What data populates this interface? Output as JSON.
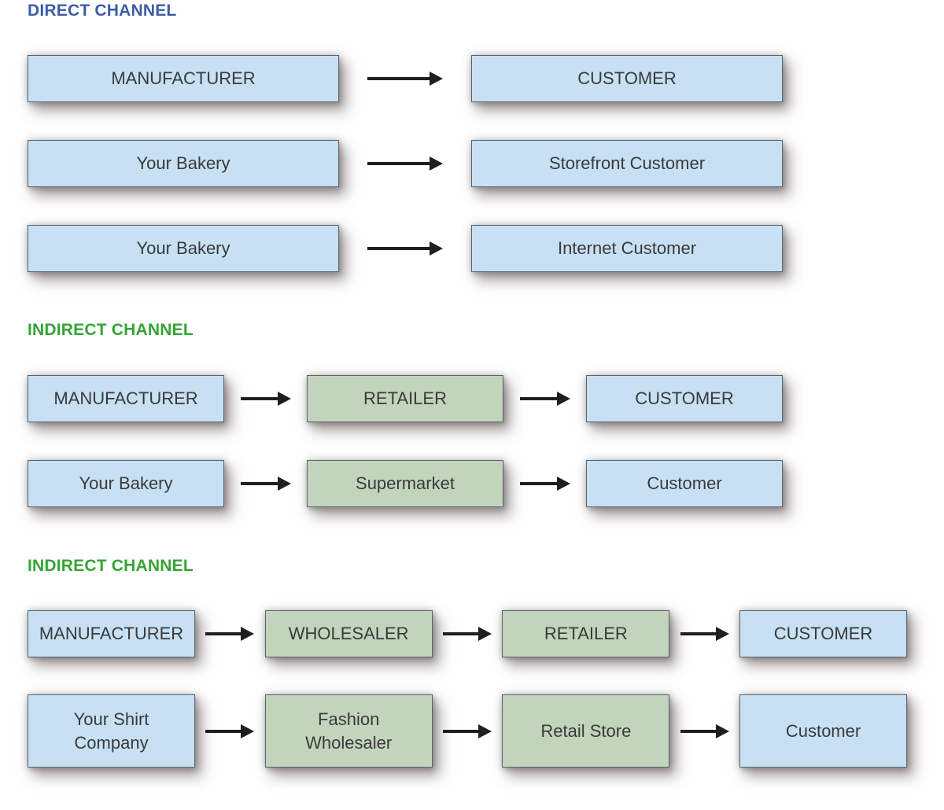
{
  "colors": {
    "background": "#ffffff",
    "blue_box_fill": "#c7e0f4",
    "green_box_fill": "#c2d4bc",
    "box_border": "#57636d",
    "box_text": "#3a3a3a",
    "arrow": "#1f1f1f",
    "direct_title": "#3d5ca8",
    "indirect_title": "#35a435"
  },
  "icons": {
    "arrow_right": "arrow-right-icon (black shaft with filled triangular head)"
  },
  "sections": [
    {
      "title": "DIRECT CHANNEL",
      "rows": [
        {
          "boxes": [
            {
              "label": "MANUFACTURER"
            },
            {
              "label": "CUSTOMER"
            }
          ]
        },
        {
          "boxes": [
            {
              "label": "Your Bakery"
            },
            {
              "label": "Storefront Customer"
            }
          ]
        },
        {
          "boxes": [
            {
              "label": "Your Bakery"
            },
            {
              "label": "Internet Customer"
            }
          ]
        }
      ]
    },
    {
      "title": "INDIRECT CHANNEL",
      "rows": [
        {
          "boxes": [
            {
              "label": "MANUFACTURER"
            },
            {
              "label": "RETAILER"
            },
            {
              "label": "CUSTOMER"
            }
          ]
        },
        {
          "boxes": [
            {
              "label": "Your Bakery"
            },
            {
              "label": "Supermarket"
            },
            {
              "label": "Customer"
            }
          ]
        }
      ]
    },
    {
      "title": "INDIRECT CHANNEL",
      "rows": [
        {
          "boxes": [
            {
              "label": "MANUFACTURER"
            },
            {
              "label": "WHOLESALER"
            },
            {
              "label": "RETAILER"
            },
            {
              "label": "CUSTOMER"
            }
          ]
        },
        {
          "boxes": [
            {
              "label": "Your Shirt Company"
            },
            {
              "label": "Fashion Wholesaler"
            },
            {
              "label": "Retail Store"
            },
            {
              "label": "Customer"
            }
          ]
        }
      ]
    }
  ]
}
